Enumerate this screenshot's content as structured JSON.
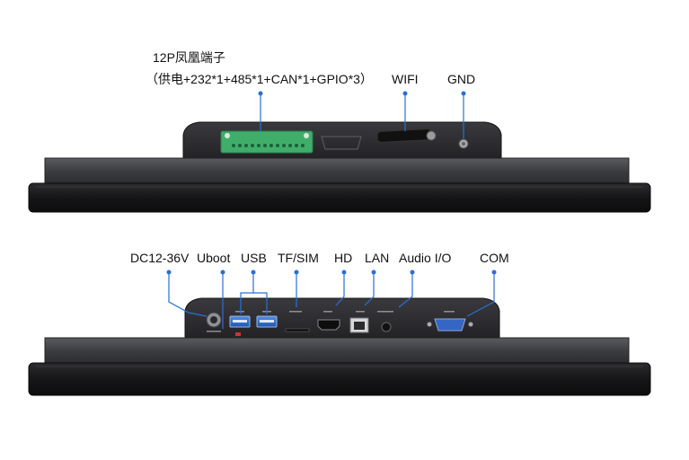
{
  "top_panel": {
    "terminal_label_line1": "12P凤凰端子",
    "terminal_label_line2": "（供电+232*1+485*1+CAN*1+GPIO*3）",
    "wifi_label": "WIFI",
    "gnd_label": "GND"
  },
  "bottom_panel": {
    "dc_label": "DC12-36V",
    "uboot_label": "Uboot",
    "usb_label": "USB",
    "tfsim_label": "TF/SIM",
    "hd_label": "HD",
    "lan_label": "LAN",
    "audio_label": "Audio I/O",
    "com_label": "COM"
  },
  "colors": {
    "leader_line": "#2a6fd6",
    "terminal_block": "#3fae6b",
    "bezel": "#1b1b1d",
    "io_plate": "#2a2a2e",
    "usb_port": "#2f6fd0"
  }
}
